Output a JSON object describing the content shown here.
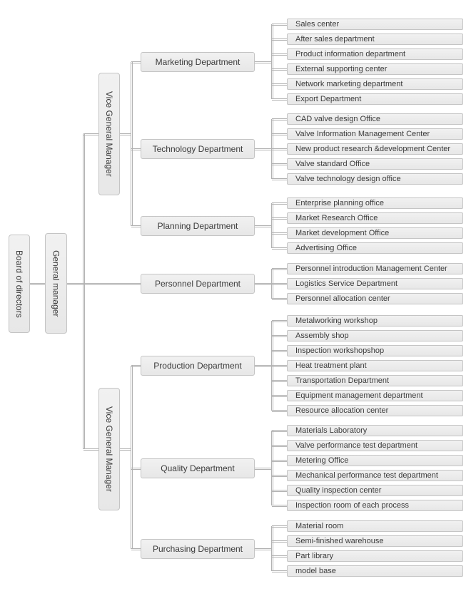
{
  "org_chart": {
    "board": {
      "label": "Board of directors"
    },
    "general_manager": {
      "label": "General manager"
    },
    "colors": {
      "box_fill": "#ececec",
      "box_border": "#c4c4c4",
      "connector_line": "#b2b2b2",
      "text": "#3b3b3b",
      "background": "#ffffff"
    },
    "branches": [
      {
        "kind": "vice_manager",
        "label": "Vice General Manager",
        "departments": [
          {
            "label": "Marketing Department",
            "units": [
              "Sales center",
              "After sales department",
              "Product information department",
              "External supporting center",
              "Network marketing department",
              "Export Department"
            ]
          },
          {
            "label": "Technology Department",
            "units": [
              "CAD valve design Office",
              "Valve Information Management Center",
              "New product research &development Center",
              "Valve standard Office",
              "Valve technology design office"
            ]
          },
          {
            "label": "Planning Department",
            "units": [
              "Enterprise planning office",
              "Market Research Office",
              "Market development Office",
              "Advertising Office"
            ]
          }
        ]
      },
      {
        "kind": "department",
        "label": "Personnel Department",
        "units": [
          "Personnel introduction Management Center",
          "Logistics Service Department",
          "Personnel allocation center"
        ]
      },
      {
        "kind": "vice_manager",
        "label": "Vice General Manager",
        "departments": [
          {
            "label": "Production Department",
            "units": [
              "Metalworking workshop",
              "Assembly shop",
              "Inspection workshopshop",
              "Heat treatment plant",
              "Transportation Department",
              "Equipment management department",
              "Resource allocation center"
            ]
          },
          {
            "label": "Quality Department",
            "units": [
              "Materials Laboratory",
              "Valve performance test department",
              "Metering Office",
              "Mechanical performance test department",
              "Quality inspection center",
              "Inspection room of each process"
            ]
          },
          {
            "label": "Purchasing Department",
            "units": [
              "Material room",
              "Semi-finished warehouse",
              "Part library",
              "model base"
            ]
          }
        ]
      }
    ]
  }
}
